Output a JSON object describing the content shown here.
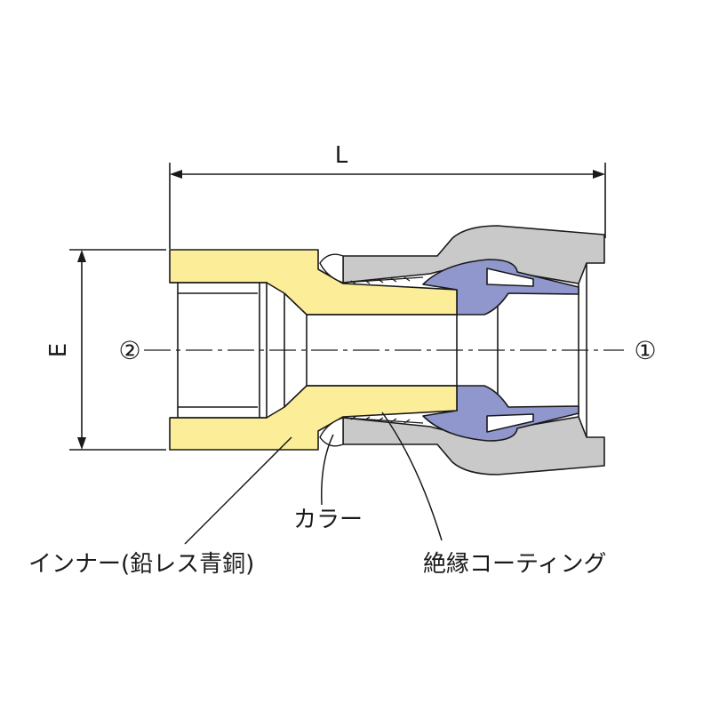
{
  "dimensions": {
    "length_label": "L",
    "height_label": "E"
  },
  "ends": {
    "right_marker": "①",
    "left_marker": "②"
  },
  "callouts": {
    "collar": "カラー",
    "inner": "インナー(鉛レス青銅)",
    "coating": "絶縁コーティング"
  },
  "colors": {
    "inner_brass": "#fcee98",
    "sleeve_blue": "#8f97cd",
    "body_gray": "#c9c9c9",
    "outline": "#1a1a1a"
  }
}
